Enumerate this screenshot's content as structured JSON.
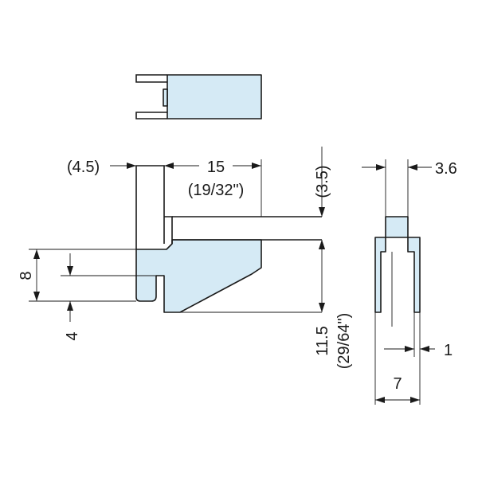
{
  "dimensions": {
    "d_4_5": "(4.5)",
    "d_15": "15",
    "d_15_inch": "(19/32\")",
    "d_3_5": "(3.5)",
    "d_11_5": "11.5",
    "d_11_5_inch": "(29/64\")",
    "d_8": "8",
    "d_4": "4",
    "d_3_6": "3.6",
    "d_1": "1",
    "d_7": "7"
  },
  "colors": {
    "part_fill": "#d5eaf5",
    "line": "#1a1a1a",
    "background": "#ffffff"
  }
}
